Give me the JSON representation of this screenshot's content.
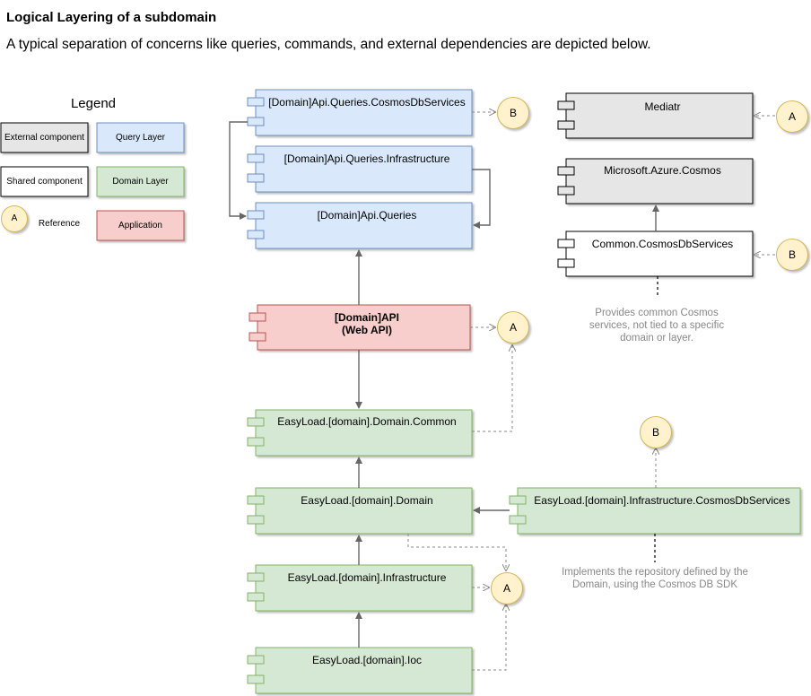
{
  "title": "Logical Layering of a subdomain",
  "subtitle": "A typical separation of concerns like queries, commands, and external dependencies are depicted below.",
  "legend": {
    "heading": "Legend",
    "external": "External component",
    "query": "Query Layer",
    "shared": "Shared component",
    "domain": "Domain Layer",
    "reference_marker": "A",
    "reference": "Reference",
    "application": "Application"
  },
  "components": {
    "queries_cosmos": "[Domain]Api.Queries.CosmosDbServices",
    "queries_infra": "[Domain]Api.Queries.Infrastructure",
    "queries": "[Domain]Api.Queries",
    "api_line1": "[Domain]API",
    "api_line2": "(Web API)",
    "domain_common": "EasyLoad.[domain].Domain.Common",
    "domain": "EasyLoad.[domain].Domain",
    "infrastructure": "EasyLoad.[domain].Infrastructure",
    "ioc": "EasyLoad.[domain].Ioc",
    "infra_cosmos": "EasyLoad.[domain].Infrastructure.CosmosDbServices",
    "mediatr": "Mediatr",
    "azure_cosmos": "Microsoft.Azure.Cosmos",
    "common_cosmos": "Common.CosmosDbServices"
  },
  "refs": {
    "r1": "B",
    "r2": "A",
    "r3": "B",
    "r4": "A",
    "r5": "B",
    "r6": "A"
  },
  "notes": {
    "common_cosmos": "Provides common Cosmos services, not tied to a specific domain or layer.",
    "infra_cosmos": "Implements the repository defined by the Domain, using the Cosmos DB SDK"
  },
  "colors": {
    "external": "#e6e6e6",
    "query": "#dae8fc",
    "shared": "#ffffff",
    "domain": "#d5e8d4",
    "application": "#f8cecc",
    "reference": "#fff2cc"
  }
}
